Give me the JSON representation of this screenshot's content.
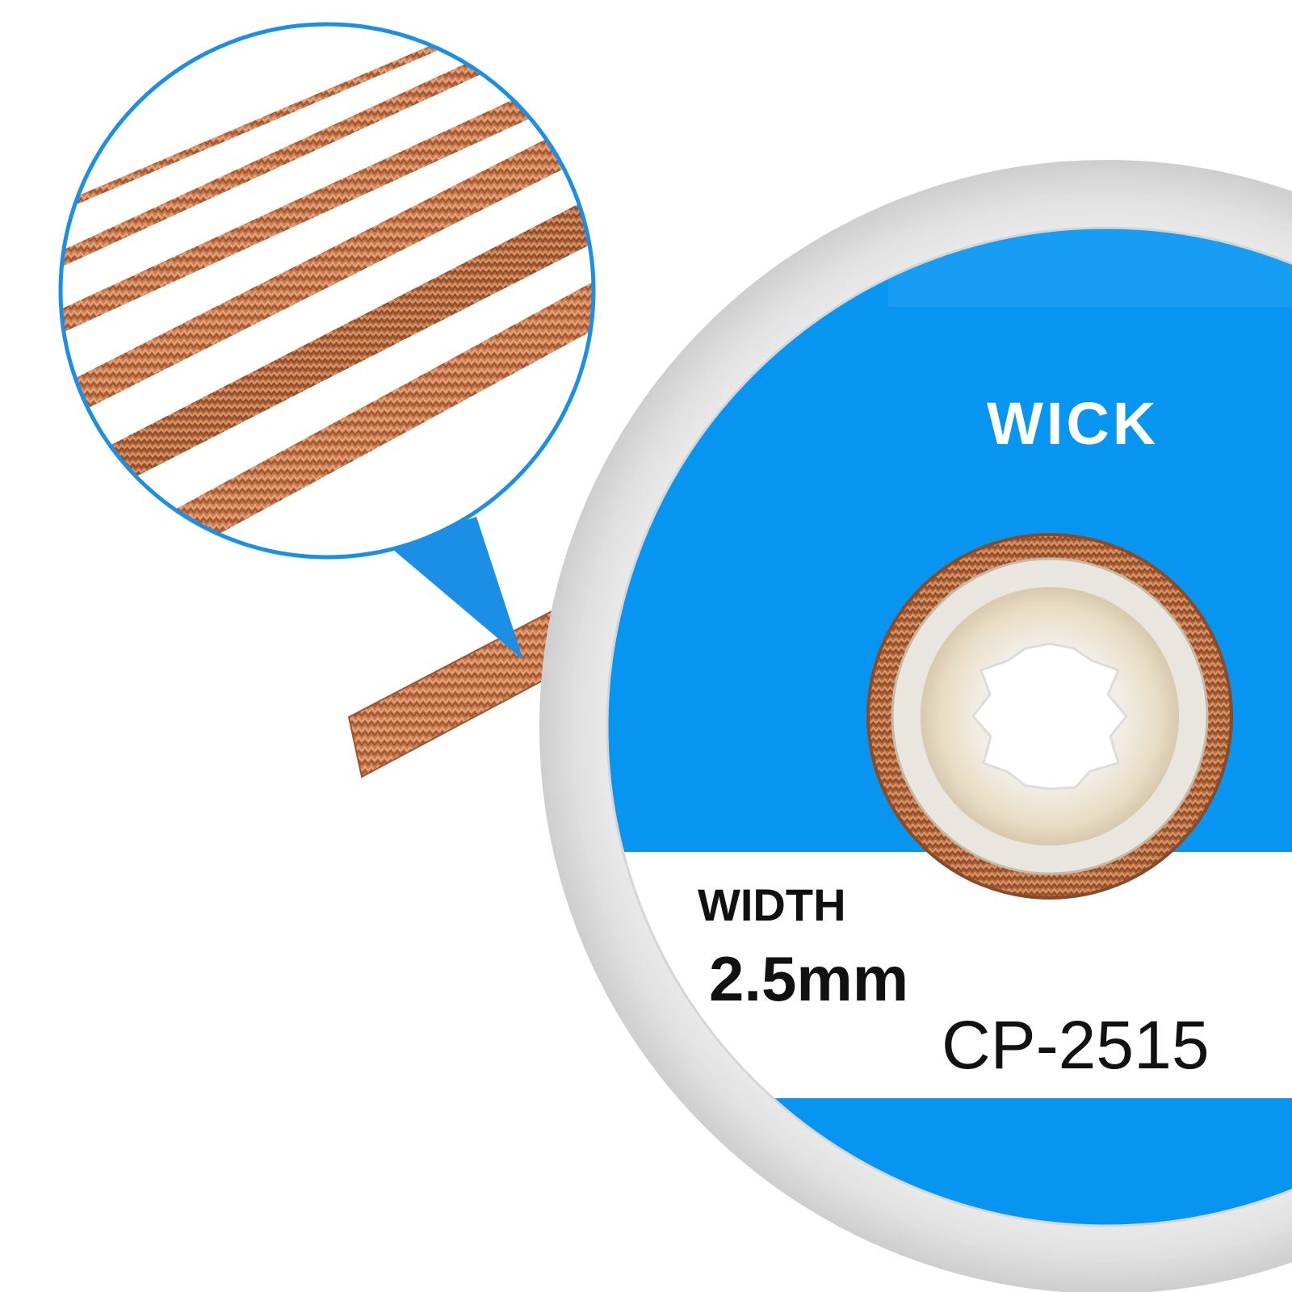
{
  "product": {
    "brand_text": "WICK",
    "width_label": "WIDTH",
    "width_value": "2.5mm",
    "model": "CP-2515"
  },
  "colors": {
    "label_blue": "#0795f2",
    "callout_blue": "#1b8fe6",
    "copper": "#c97a4e",
    "copper_dark": "#a85d34",
    "copper_light": "#e6a37a"
  },
  "icons": {
    "callout": "magnifier-callout-icon",
    "braid": "copper-braid-icon",
    "spool": "spool-reel-icon"
  }
}
